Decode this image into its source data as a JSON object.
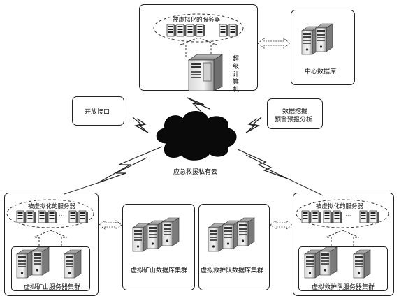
{
  "top_cluster": {
    "virtualized_label": "被虚拟化的服务器",
    "supercomputer_label": "超级计算机"
  },
  "central_db": {
    "label": "中心数据库"
  },
  "open_interface": {
    "label": "开放接口"
  },
  "data_mining": {
    "line1": "数据挖掘",
    "line2": "预警预报分析"
  },
  "cloud": {
    "label": "应急救援私有云"
  },
  "left_cluster": {
    "virtualized_label": "被虚拟化的服务器",
    "ellipsis": "···",
    "cluster_label": "虚拟矿山服务器集群"
  },
  "mine_db_cluster": {
    "label": "虚拟矿山数据库集群"
  },
  "rescue_db_cluster": {
    "label": "虚拟救护队数据库集群"
  },
  "right_cluster": {
    "virtualized_label": "被虚拟化的服务器",
    "ellipsis": "···",
    "cluster_label": "虚拟救护队服务器集群"
  }
}
